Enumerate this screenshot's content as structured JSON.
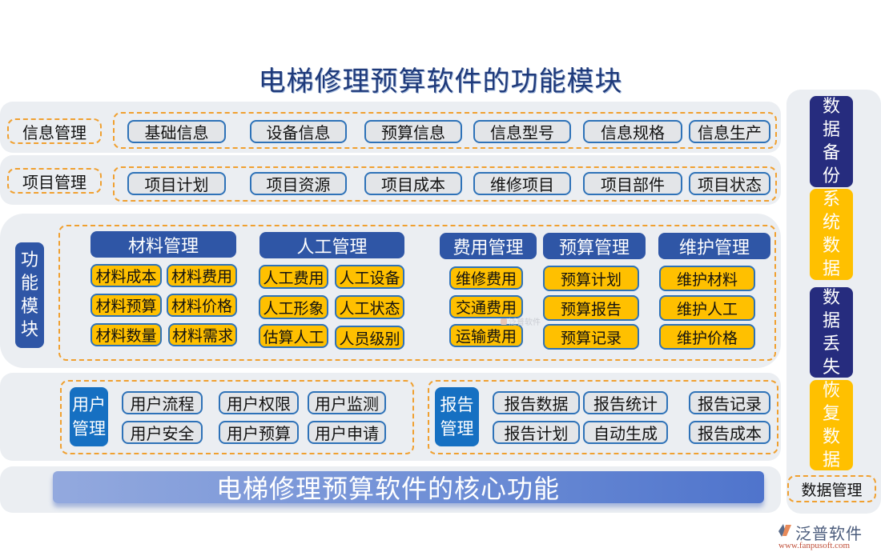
{
  "title": "电梯修理预算软件的功能模块",
  "info_management": {
    "label": "信息管理",
    "items": [
      "基础信息",
      "设备信息",
      "预算信息",
      "信息型号",
      "信息规格",
      "信息生产"
    ]
  },
  "project_management": {
    "label": "项目管理",
    "items": [
      "项目计划",
      "项目资源",
      "项目成本",
      "维修项目",
      "项目部件",
      "项目状态"
    ]
  },
  "function_modules": {
    "label": "功能模块",
    "label_chars": [
      "功",
      "能",
      "模",
      "块"
    ],
    "groups": [
      {
        "title": "材料管理",
        "items": [
          "材料成本",
          "材料费用",
          "材料预算",
          "材料价格",
          "材料数量",
          "材料需求"
        ]
      },
      {
        "title": "人工管理",
        "items": [
          "人工费用",
          "人工设备",
          "人工形象",
          "人工状态",
          "估算人工",
          "人员级别"
        ]
      },
      {
        "title": "费用管理",
        "items": [
          "维修费用",
          "交通费用",
          "运输费用"
        ]
      },
      {
        "title": "预算管理",
        "items": [
          "预算计划",
          "预算报告",
          "预算记录"
        ]
      },
      {
        "title": "维护管理",
        "items": [
          "维护材料",
          "维护人工",
          "维护价格"
        ]
      }
    ]
  },
  "user_management": {
    "label_lines": [
      "用户",
      "管理"
    ],
    "items": [
      "用户流程",
      "用户权限",
      "用户监测",
      "用户安全",
      "用户预算",
      "用户申请"
    ]
  },
  "report_management": {
    "label_lines": [
      "报告",
      "管理"
    ],
    "items": [
      "报告数据",
      "报告统计",
      "报告记录",
      "报告计划",
      "自动生成",
      "报告成本"
    ]
  },
  "core_banner": "电梯修理预算软件的核心功能",
  "data_management": {
    "label": "数据管理",
    "blocks": [
      {
        "chars": [
          "数",
          "据",
          "备",
          "份"
        ],
        "color": "#262c7e"
      },
      {
        "chars": [
          "系",
          "统",
          "数",
          "据"
        ],
        "color": "#ffc000"
      },
      {
        "chars": [
          "数",
          "据",
          "丢",
          "失"
        ],
        "color": "#262c7e"
      },
      {
        "chars": [
          "恢",
          "复",
          "数",
          "据"
        ],
        "color": "#ffc000"
      }
    ]
  },
  "watermark": {
    "text": "泛普软件"
  },
  "logo": {
    "name": "泛普软件",
    "url_text": "www.fanpusoft.com"
  },
  "colors": {
    "title": "#1f3a7a",
    "panel_bg": "#ebeef2",
    "dash_border": "#f0a030",
    "chip_border": "#2e72b8",
    "yellow": "#ffc000",
    "header_blue": "#2f56a6",
    "navy": "#262c7e",
    "block_blue": "#1670c2"
  }
}
